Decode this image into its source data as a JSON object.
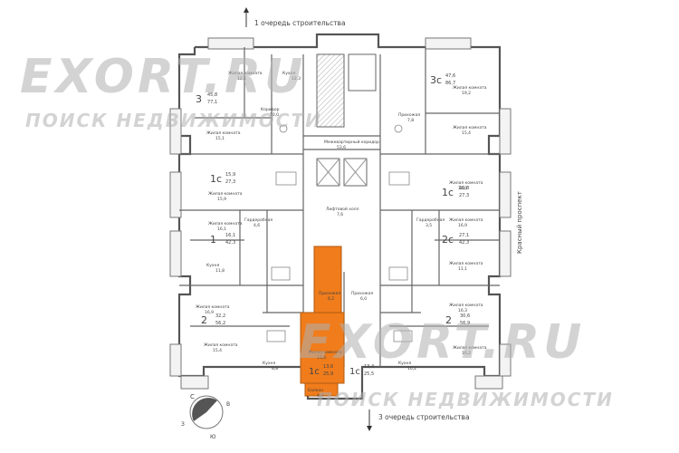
{
  "labels": {
    "top_arrow": "1 очередь строительства",
    "bottom_arrow": "3 очередь строительства",
    "street": "Красный проспект",
    "corridor": "Межквартирный коридор",
    "corridor_area": "53,6",
    "lift_hall": "Лифтовой холл",
    "lift_hall_area": "7,6",
    "highlight_color": "#f07c1c"
  },
  "watermarks": {
    "brand_top": "EXORT.RU",
    "tagline_top": "ПОИСК НЕДВИЖИМОСТИ",
    "brand_bottom": "EXORT.RU",
    "tagline_bottom": "ПОИСК НЕДВИЖИМОСТИ"
  },
  "compass": {
    "north": "С",
    "east": "В",
    "west": "З",
    "south": "Ю"
  },
  "apartments": [
    {
      "id": "a1",
      "type": "3",
      "living": "45,8",
      "total": "77,1"
    },
    {
      "id": "a2",
      "type": "3с",
      "living": "47,6",
      "total": "86,7"
    },
    {
      "id": "a3",
      "type": "1с",
      "living": "15,9",
      "total": "27,3"
    },
    {
      "id": "a4",
      "type": "1с",
      "living": "16,8",
      "total": "27,3"
    },
    {
      "id": "a5",
      "type": "1",
      "living": "16,1",
      "total": "42,3"
    },
    {
      "id": "a6",
      "type": "2с",
      "living": "27,1",
      "total": "42,3"
    },
    {
      "id": "a7",
      "type": "2",
      "living": "32,2",
      "total": "56,2"
    },
    {
      "id": "a8",
      "type": "2",
      "living": "30,6",
      "total": "56,9"
    },
    {
      "id": "a9",
      "type": "1с",
      "living": "13,6",
      "total": "25,9"
    },
    {
      "id": "a10",
      "type": "1с",
      "living": "13,4",
      "total": "25,5"
    }
  ],
  "rooms": [
    {
      "id": "r1",
      "name": "Жилая комната",
      "area": "12,1"
    },
    {
      "id": "r2",
      "name": "Жилая комната",
      "area": "15,1"
    },
    {
      "id": "r3",
      "name": "Жилая комната",
      "area": "19,2"
    },
    {
      "id": "r4",
      "name": "Жилая комната",
      "area": "15,4"
    },
    {
      "id": "r5",
      "name": "Кухня",
      "area": "12,3"
    },
    {
      "id": "r6",
      "name": "Коридор",
      "area": "10,0"
    },
    {
      "id": "r7",
      "name": "Прихожая",
      "area": "7,8"
    },
    {
      "id": "r8",
      "name": "Жилая комната",
      "area": "15,9"
    },
    {
      "id": "r9",
      "name": "Жилая комната",
      "area": "16,0"
    },
    {
      "id": "r10",
      "name": "Жилая комната",
      "area": "16,1"
    },
    {
      "id": "r11",
      "name": "Жилая комната",
      "area": "16,9"
    },
    {
      "id": "r12",
      "name": "Гардеробная",
      "area": "4,6"
    },
    {
      "id": "r13",
      "name": "Гардеробная",
      "area": "3,5"
    },
    {
      "id": "r14",
      "name": "Кухня",
      "area": "11,8"
    },
    {
      "id": "r15",
      "name": "Жилая комната",
      "area": "11,1"
    },
    {
      "id": "r16",
      "name": "Жилая комната",
      "area": "16,9"
    },
    {
      "id": "r17",
      "name": "Жилая комната",
      "area": "16,3"
    },
    {
      "id": "r18",
      "name": "Жилая комната",
      "area": "15,4"
    },
    {
      "id": "r19",
      "name": "Жилая комната",
      "area": "13,6"
    },
    {
      "id": "r20",
      "name": "Жилая комната",
      "area": "10,2"
    },
    {
      "id": "r21",
      "name": "Кухня",
      "area": "8,8"
    },
    {
      "id": "r22",
      "name": "Кухня",
      "area": "10,2"
    },
    {
      "id": "r23",
      "name": "Прихожая",
      "area": "6,2"
    },
    {
      "id": "r24",
      "name": "Прихожая",
      "area": "6,0"
    },
    {
      "id": "r25",
      "name": "Балкон",
      "area": "4,4"
    }
  ]
}
